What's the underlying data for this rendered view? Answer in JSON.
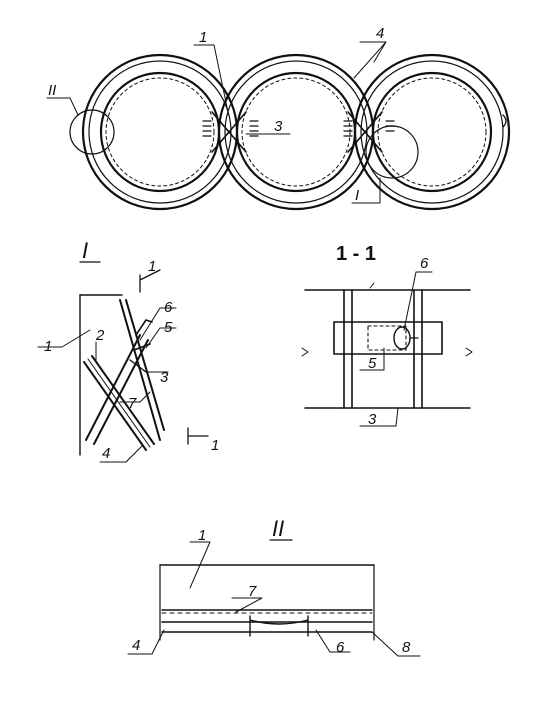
{
  "figure": {
    "title_section": "1 - 1",
    "views": {
      "I": "I",
      "II": "II"
    },
    "callouts": {
      "top": [
        "1",
        "3",
        "4",
        "I",
        "II"
      ],
      "detail_I": [
        "1",
        "1",
        "1",
        "2",
        "3",
        "4",
        "5",
        "6",
        "7"
      ],
      "section_1_1": [
        "3",
        "5",
        "6"
      ],
      "detail_II": [
        "1",
        "4",
        "6",
        "7",
        "8"
      ]
    }
  }
}
